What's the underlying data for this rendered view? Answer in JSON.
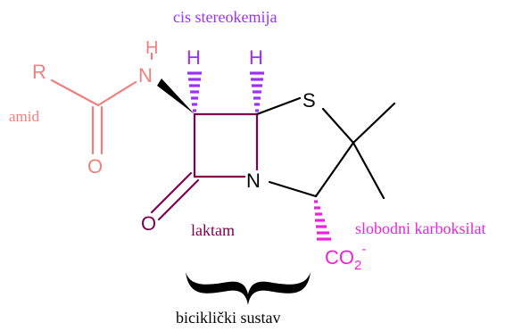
{
  "annotations": {
    "cis_stereochemistry": "cis stereokemija",
    "amide": "amid",
    "lactam": "laktam",
    "free_carboxylate": "slobodni karboksilat",
    "bicyclic_system": "biciklički sustav"
  },
  "atoms": {
    "r_group": "R",
    "amide_n": "N",
    "amide_h": "H",
    "amide_o": "O",
    "stereo_h_left": "H",
    "stereo_h_right": "H",
    "sulfur": "S",
    "ring_n": "N",
    "lactam_o": "O",
    "carboxylate_main": "CO",
    "carboxylate_sub": "2",
    "carboxylate_charge": "-"
  },
  "colors": {
    "amide": "#f08080",
    "stereo": "#9b30ff",
    "lactam": "#800050",
    "carboxylate": "#ee22dd",
    "core": "#000000"
  }
}
